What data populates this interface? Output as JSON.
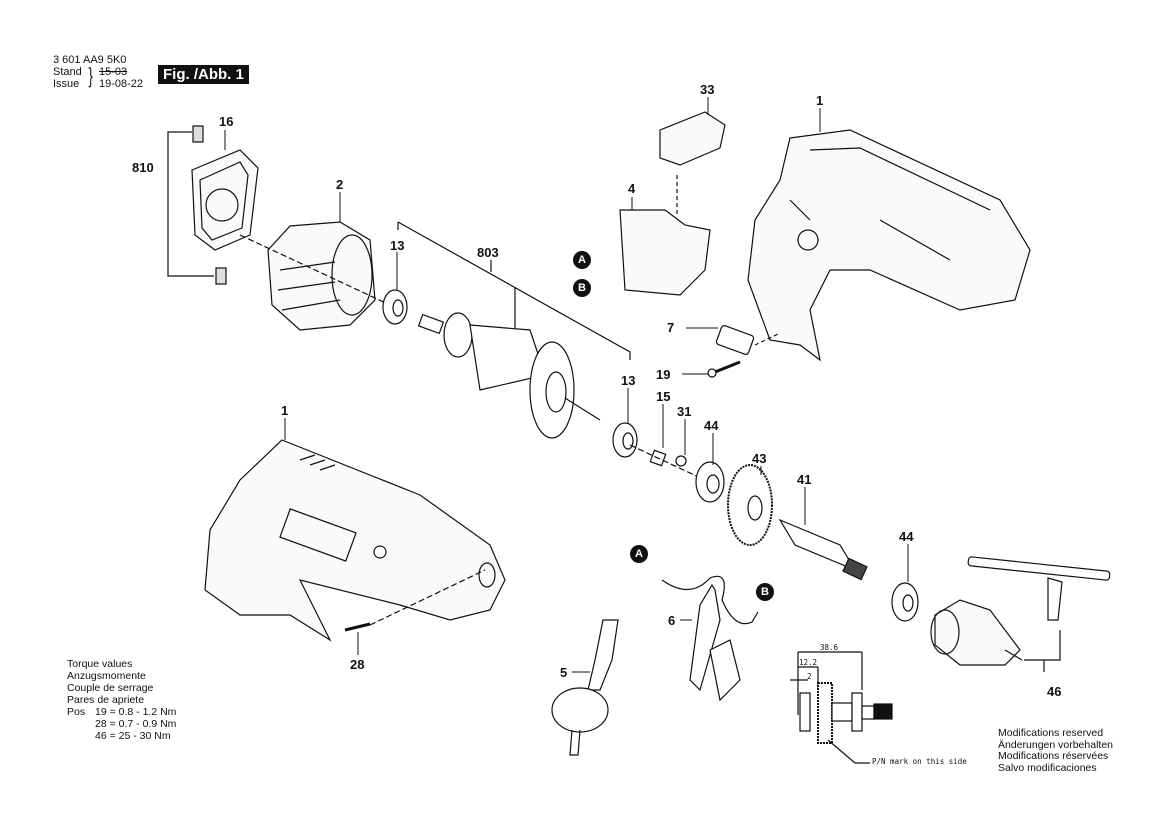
{
  "header": {
    "doc_number": "3 601 AA9 5K0",
    "stand_label": "Stand",
    "issue_label": "Issue",
    "stand_value": "15-03",
    "issue_value": "19-08-22",
    "figure_label": "Fig. /Abb. 1"
  },
  "callouts": {
    "p16": "16",
    "p810": "810",
    "p2": "2",
    "p13a": "13",
    "p803": "803",
    "p13b": "13",
    "p33": "33",
    "p4": "4",
    "p1a": "1",
    "p7": "7",
    "p19": "19",
    "p15": "15",
    "p31": "31",
    "p44a": "44",
    "p43": "43",
    "p41": "41",
    "p44b": "44",
    "p46": "46",
    "p1b": "1",
    "p28": "28",
    "p5": "5",
    "p6": "6"
  },
  "connectors": {
    "a1": "A",
    "b1": "B",
    "a2": "A",
    "b2": "B"
  },
  "detail_drawing": {
    "dim_total": "38.6",
    "dim_mid": "12.2",
    "dim_small": "2",
    "note": "P/N mark on this side"
  },
  "torque": {
    "lines": [
      "Torque values",
      "Anzugsmomente",
      "Couple de serrage",
      "Pares de apriete"
    ],
    "pos_label": "Pos",
    "values": [
      "19 = 0.8 - 1.2 Nm",
      "28 = 0.7 - 0.9 Nm",
      "46 =  25 - 30 Nm"
    ]
  },
  "modifications": [
    "Modifications reserved",
    "Änderungen vorbehalten",
    "Modifications réservées",
    "Salvo modificaciones"
  ]
}
